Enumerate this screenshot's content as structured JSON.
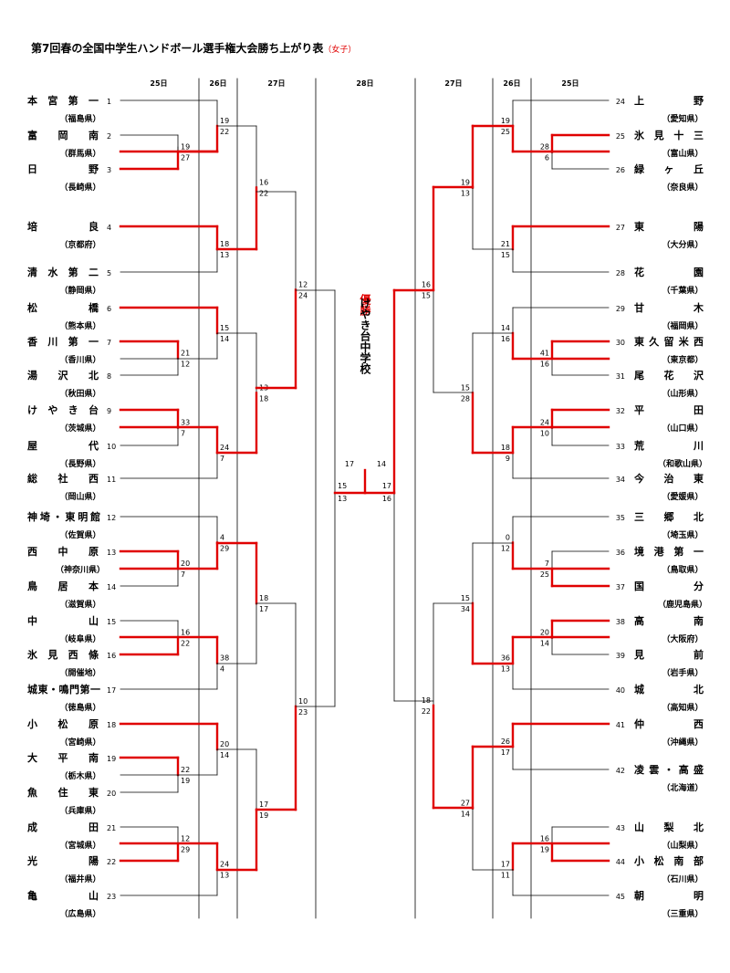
{
  "title": "第7回春の全国中学生ハンドボール選手権大会勝ち上がり表",
  "title_sub": "（女子）",
  "days_left": [
    "25日",
    "26日",
    "27日"
  ],
  "day_center": "28日",
  "days_right": [
    "27日",
    "26日",
    "25日"
  ],
  "champion_label": "優勝",
  "champion_name": "けやき台中学校",
  "teams_left": [
    {
      "num": "1",
      "name": "本宮第一",
      "pref": "（福島県）"
    },
    {
      "num": "2",
      "name": "富岡南",
      "pref": "（群馬県）"
    },
    {
      "num": "3",
      "name": "日野",
      "pref": "（長崎県）"
    },
    {
      "num": "4",
      "name": "培良",
      "pref": "（京都府）"
    },
    {
      "num": "5",
      "name": "清水第二",
      "pref": "（静岡県）"
    },
    {
      "num": "6",
      "name": "松橋",
      "pref": "（熊本県）"
    },
    {
      "num": "7",
      "name": "香川第一",
      "pref": "（香川県）"
    },
    {
      "num": "8",
      "name": "湯沢北",
      "pref": "（秋田県）"
    },
    {
      "num": "9",
      "name": "けやき台",
      "pref": "（茨城県）"
    },
    {
      "num": "10",
      "name": "屋代",
      "pref": "（長野県）"
    },
    {
      "num": "11",
      "name": "総社西",
      "pref": "（岡山県）"
    },
    {
      "num": "12",
      "name": "神埼・東明館",
      "pref": "（佐賀県）"
    },
    {
      "num": "13",
      "name": "西中原",
      "pref": "（神奈川県）"
    },
    {
      "num": "14",
      "name": "鳥居本",
      "pref": "（滋賀県）"
    },
    {
      "num": "15",
      "name": "中山",
      "pref": "（岐阜県）"
    },
    {
      "num": "16",
      "name": "氷見西條",
      "pref": "（開催地）"
    },
    {
      "num": "17",
      "name": "城東・鳴門第一",
      "pref": "（徳島県）"
    },
    {
      "num": "18",
      "name": "小松原",
      "pref": "（宮崎県）"
    },
    {
      "num": "19",
      "name": "大平南",
      "pref": "（栃木県）"
    },
    {
      "num": "20",
      "name": "魚住東",
      "pref": "（兵庫県）"
    },
    {
      "num": "21",
      "name": "成田",
      "pref": "（宮城県）"
    },
    {
      "num": "22",
      "name": "光陽",
      "pref": "（福井県）"
    },
    {
      "num": "23",
      "name": "亀山",
      "pref": "（広島県）"
    }
  ],
  "teams_right": [
    {
      "num": "24",
      "name": "上野",
      "pref": "（愛知県）"
    },
    {
      "num": "25",
      "name": "氷見十三",
      "pref": "（富山県）"
    },
    {
      "num": "26",
      "name": "緑ヶ丘",
      "pref": "（奈良県）"
    },
    {
      "num": "27",
      "name": "東陽",
      "pref": "（大分県）"
    },
    {
      "num": "28",
      "name": "花園",
      "pref": "（千葉県）"
    },
    {
      "num": "29",
      "name": "甘木",
      "pref": "（福岡県）"
    },
    {
      "num": "30",
      "name": "東久留米西",
      "pref": "（東京都）"
    },
    {
      "num": "31",
      "name": "尾花沢",
      "pref": "（山形県）"
    },
    {
      "num": "32",
      "name": "平田",
      "pref": "（山口県）"
    },
    {
      "num": "33",
      "name": "荒川",
      "pref": "（和歌山県）"
    },
    {
      "num": "34",
      "name": "今治東",
      "pref": "（愛媛県）"
    },
    {
      "num": "35",
      "name": "三郷北",
      "pref": "（埼玉県）"
    },
    {
      "num": "36",
      "name": "境港第一",
      "pref": "（鳥取県）"
    },
    {
      "num": "37",
      "name": "国分",
      "pref": "（鹿児島県）"
    },
    {
      "num": "38",
      "name": "高南",
      "pref": "（大阪府）"
    },
    {
      "num": "39",
      "name": "見前",
      "pref": "（岩手県）"
    },
    {
      "num": "40",
      "name": "城北",
      "pref": "（高知県）"
    },
    {
      "num": "41",
      "name": "仲西",
      "pref": "（沖縄県）"
    },
    {
      "num": "42",
      "name": "凌雲・高盛",
      "pref": "（北海道）"
    },
    {
      "num": "43",
      "name": "山梨北",
      "pref": "（山梨県）"
    },
    {
      "num": "44",
      "name": "小松南部",
      "pref": "（石川県）"
    },
    {
      "num": "45",
      "name": "朝明",
      "pref": "（三重県）"
    }
  ],
  "scores_left": [
    [
      "19",
      "27"
    ],
    [
      "19",
      "22"
    ],
    [
      "16",
      "22"
    ],
    [
      "18",
      "13"
    ],
    [
      "21",
      "12"
    ],
    [
      "15",
      "14"
    ],
    [
      "33",
      "7"
    ],
    [
      "24",
      "7"
    ],
    [
      "13",
      "18"
    ],
    [
      "12",
      "24"
    ],
    [
      "20",
      "7"
    ],
    [
      "4",
      "29"
    ],
    [
      "16",
      "22"
    ],
    [
      "38",
      "4"
    ],
    [
      "18",
      "17"
    ],
    [
      "22",
      "19"
    ],
    [
      "20",
      "14"
    ],
    [
      "12",
      "29"
    ],
    [
      "24",
      "13"
    ],
    [
      "17",
      "19"
    ],
    [
      "10",
      "23"
    ],
    [
      "15",
      "13"
    ]
  ],
  "scores_right": [
    [
      "28",
      "6"
    ],
    [
      "19",
      "25"
    ],
    [
      "21",
      "15"
    ],
    [
      "19",
      "13"
    ],
    [
      "41",
      "16"
    ],
    [
      "14",
      "16"
    ],
    [
      "24",
      "10"
    ],
    [
      "18",
      "9"
    ],
    [
      "15",
      "28"
    ],
    [
      "16",
      "15"
    ],
    [
      "7",
      "25"
    ],
    [
      "0",
      "12"
    ],
    [
      "20",
      "14"
    ],
    [
      "36",
      "13"
    ],
    [
      "15",
      "34"
    ],
    [
      "26",
      "17"
    ],
    [
      "16",
      "19"
    ],
    [
      "17",
      "11"
    ],
    [
      "27",
      "14"
    ],
    [
      "18",
      "22"
    ],
    [
      "17",
      "16"
    ]
  ],
  "final_scores": [
    "17",
    "14"
  ],
  "colors": {
    "winner_line": "#e00000",
    "loser_line": "#000000",
    "text": "#000000",
    "accent": "#e00000"
  }
}
